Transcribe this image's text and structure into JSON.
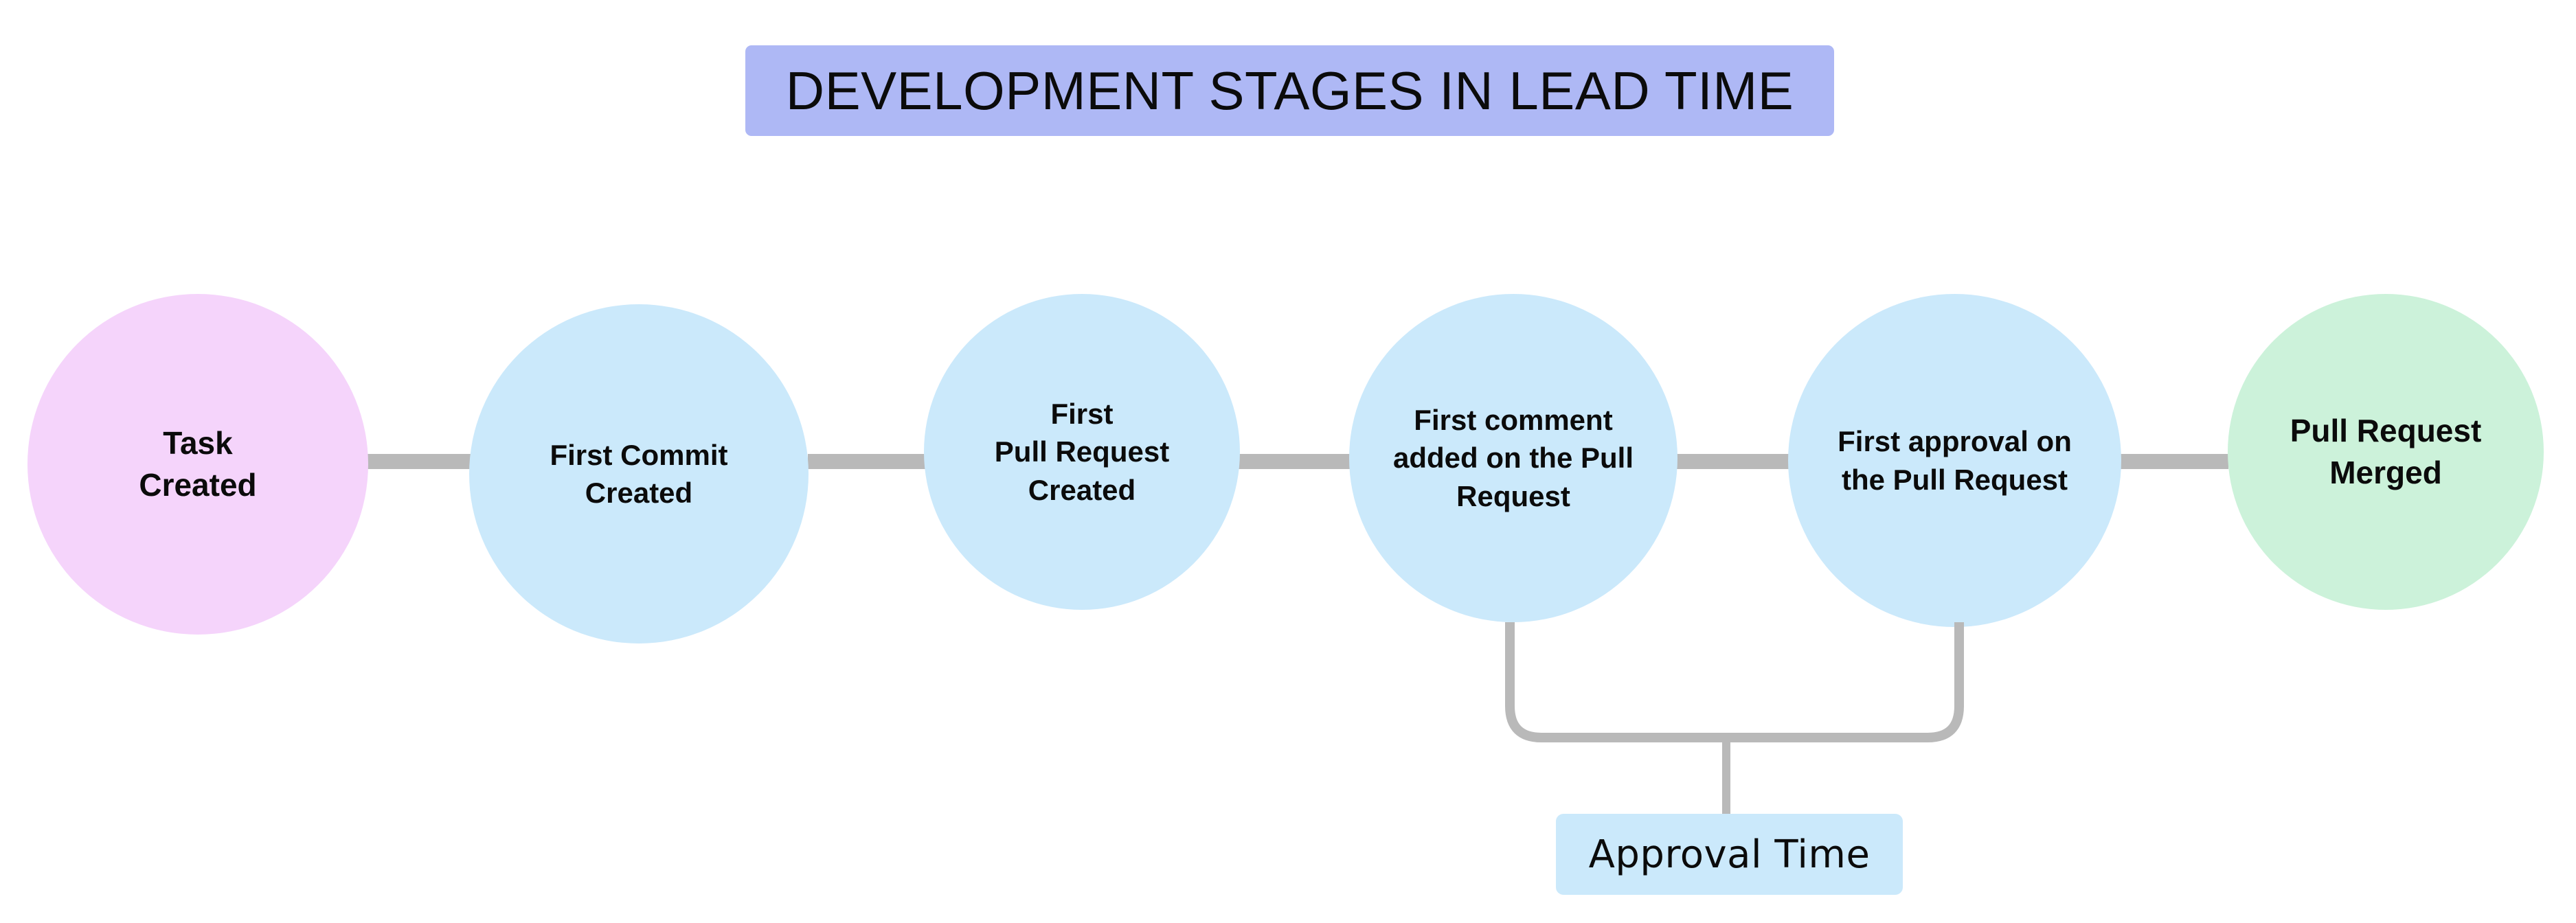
{
  "title": {
    "text": "DEVELOPMENT STAGES IN LEAD TIME",
    "background_color": "#aeb8f5",
    "text_color": "#0b0b0b"
  },
  "colors": {
    "start_node": "#f5d4fb",
    "middle_node": "#cbe9fb",
    "end_node": "#ccf2da",
    "connector": "#b9b9b9",
    "annotation_chip": "#cbe9fb",
    "canvas": "#ffffff"
  },
  "stages": [
    {
      "id": "task-created",
      "label": "Task\nCreated",
      "color": "#f5d4fb",
      "variant": "pink",
      "size": "lg"
    },
    {
      "id": "first-commit",
      "label": "First Commit\nCreated",
      "color": "#cbe9fb",
      "variant": "blue",
      "size": "md"
    },
    {
      "id": "first-pull-request",
      "label": "First\nPull Request\nCreated",
      "color": "#cbe9fb",
      "variant": "blue",
      "size": "md"
    },
    {
      "id": "first-comment",
      "label": "First comment\nadded on the Pull\nRequest",
      "color": "#cbe9fb",
      "variant": "blue",
      "size": "md"
    },
    {
      "id": "first-approval",
      "label": "First approval on\nthe Pull Request",
      "color": "#cbe9fb",
      "variant": "blue",
      "size": "md"
    },
    {
      "id": "pull-request-merged",
      "label": "Pull Request\nMerged",
      "color": "#ccf2da",
      "variant": "green",
      "size": "lg"
    }
  ],
  "annotation": {
    "label": "Approval Time",
    "spans_from": "first-comment",
    "spans_to": "first-approval"
  }
}
